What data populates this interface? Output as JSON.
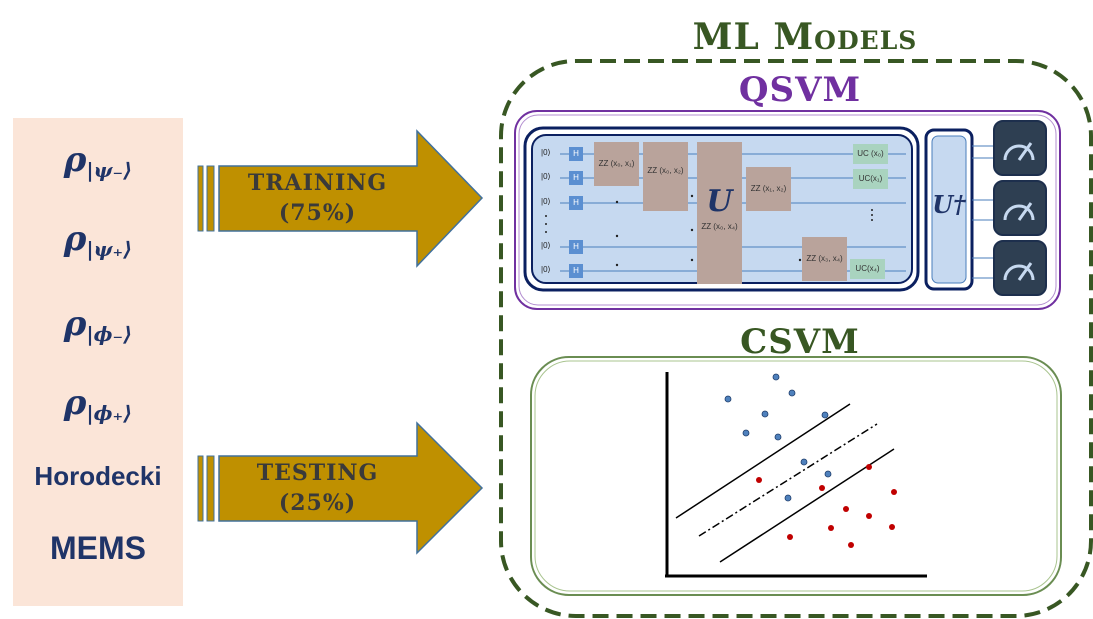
{
  "title": "ML Models",
  "states": [
    {
      "rho": "ρ",
      "sub": "|ψ₋⟩"
    },
    {
      "rho": "ρ",
      "sub": "|ψ₊⟩"
    },
    {
      "rho": "ρ",
      "sub": "|ϕ₋⟩"
    },
    {
      "rho": "ρ",
      "sub": "|ϕ₊⟩"
    }
  ],
  "horodecki": "Horodecki",
  "mems": "MEMS",
  "training": {
    "label": "TRAINING",
    "pct": "(75%)"
  },
  "testing": {
    "label": "TESTING",
    "pct": "(25%)"
  },
  "qsvm": {
    "title": "QSVM",
    "qubits": [
      "|0⟩",
      "|0⟩",
      "|0⟩",
      "|0⟩",
      "|0⟩"
    ],
    "h": "H",
    "u": "U",
    "udag": "U†",
    "zz01": "ZZ (x₀, x₁)",
    "zz02": "ZZ (x₀, x₂)",
    "zz04": "ZZ (x₀, x₄)",
    "zz12": "ZZ (x₁, x₂)",
    "zz34": "ZZ (x₃, x₄)",
    "uc0": "UC (x₀)",
    "uc1": "UC(x₁)",
    "uc4": "UC(x₄)"
  },
  "csvm": {
    "title": "CSVM"
  },
  "colors": {
    "state_text": "#1f3468",
    "arrow_fill": "#bf9000",
    "arrow_stroke": "#41719c",
    "title_green": "#385723",
    "qsvm_purple": "#7030a0",
    "circuit_bg": "#c6d9f0",
    "navy": "#0b2060",
    "blue_point": "#4f81bd",
    "red_point": "#c00000"
  }
}
